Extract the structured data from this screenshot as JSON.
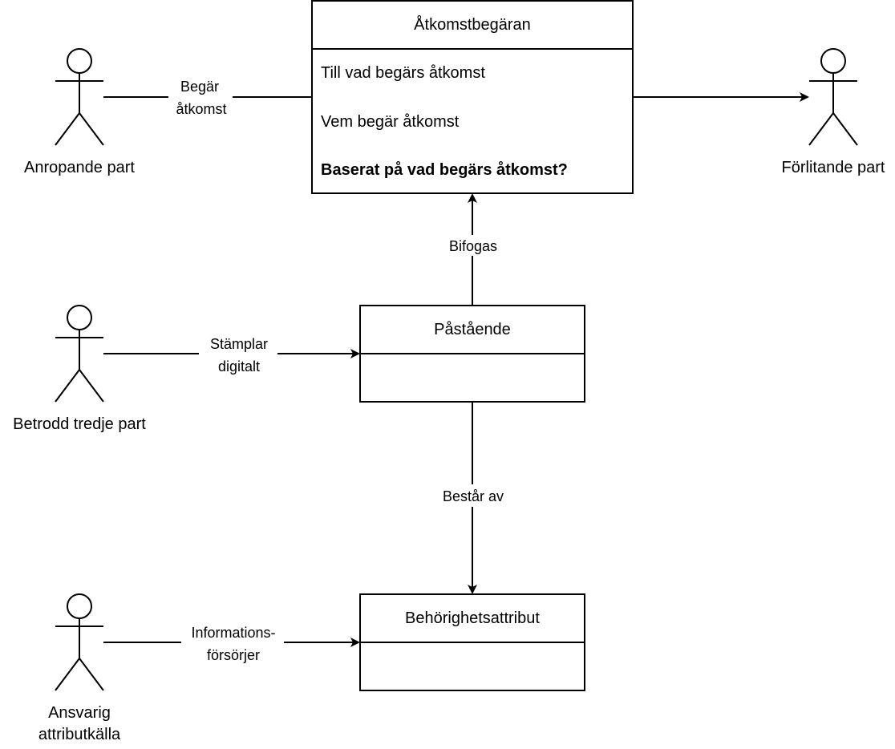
{
  "diagram": {
    "actors": [
      {
        "id": "anropande",
        "label_lines": [
          "Anropande part"
        ]
      },
      {
        "id": "forlitande",
        "label_lines": [
          "Förlitande part"
        ]
      },
      {
        "id": "betrodd",
        "label_lines": [
          "Betrodd tredje part"
        ]
      },
      {
        "id": "ansvarig",
        "label_lines": [
          "Ansvarig",
          "attributkälla"
        ]
      }
    ],
    "classes": [
      {
        "id": "atkomstbegaran",
        "title": "Åtkomstbegäran",
        "attributes": [
          {
            "text": "Till vad begärs åtkomst",
            "bold": false
          },
          {
            "text": "Vem begär åtkomst",
            "bold": false
          },
          {
            "text": "Baserat på vad begärs åtkomst?",
            "bold": true
          }
        ]
      },
      {
        "id": "pastaende",
        "title": "Påstående",
        "attributes": []
      },
      {
        "id": "behorighetsattribut",
        "title": "Behörighetsattribut",
        "attributes": []
      }
    ],
    "edges": [
      {
        "from": "anropande",
        "to": "atkomstbegaran",
        "label_lines": [
          "Begär",
          "åtkomst"
        ],
        "arrow": false
      },
      {
        "from": "atkomstbegaran",
        "to": "forlitande",
        "label_lines": [],
        "arrow": true
      },
      {
        "from": "pastaende",
        "to": "atkomstbegaran",
        "label_lines": [
          "Bifogas"
        ],
        "arrow": true
      },
      {
        "from": "betrodd",
        "to": "pastaende",
        "label_lines": [
          "Stämplar",
          "digitalt"
        ],
        "arrow": true
      },
      {
        "from": "pastaende",
        "to": "behorighetsattribut",
        "label_lines": [
          "Består av"
        ],
        "arrow": true
      },
      {
        "from": "ansvarig",
        "to": "behorighetsattribut",
        "label_lines": [
          "Informations-",
          "försörjer"
        ],
        "arrow": true
      }
    ]
  }
}
